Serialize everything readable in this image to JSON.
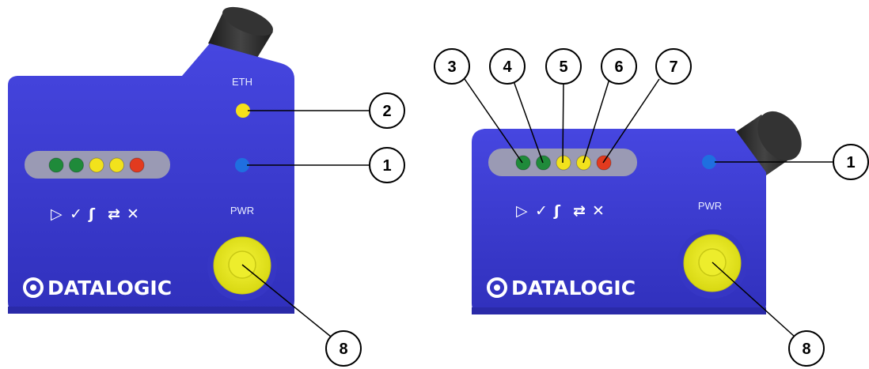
{
  "device_left": {
    "eth_label": "ETH",
    "pwr_label": "PWR",
    "brand": "DATALOGIC",
    "led_strip": [
      "#1f8a3a",
      "#1f8a3a",
      "#f2e21c",
      "#f2e21c",
      "#e23a1f"
    ],
    "eth_led_color": "#f5e11a",
    "pwr_led_color": "#1f6fe0",
    "status_icons": [
      "▷",
      "✓",
      "ʃ",
      "⇄",
      "✕"
    ]
  },
  "device_right": {
    "pwr_label": "PWR",
    "brand": "DATALOGIC",
    "led_strip": [
      "#1f8a3a",
      "#1f8a3a",
      "#f2e21c",
      "#f2e21c",
      "#e23a1f"
    ],
    "pwr_led_color": "#1f6fe0",
    "status_icons": [
      "▷",
      "✓",
      "ʃ",
      "⇄",
      "✕"
    ]
  },
  "callouts_left": [
    "2",
    "1",
    "8"
  ],
  "callouts_right": [
    "3",
    "4",
    "5",
    "6",
    "7",
    "1",
    "8"
  ],
  "colors": {
    "body": "#3f3fd6",
    "body_dark": "#2f2fb8",
    "button_yellow": "#ecec1e",
    "connector": "#2a2a2a"
  }
}
